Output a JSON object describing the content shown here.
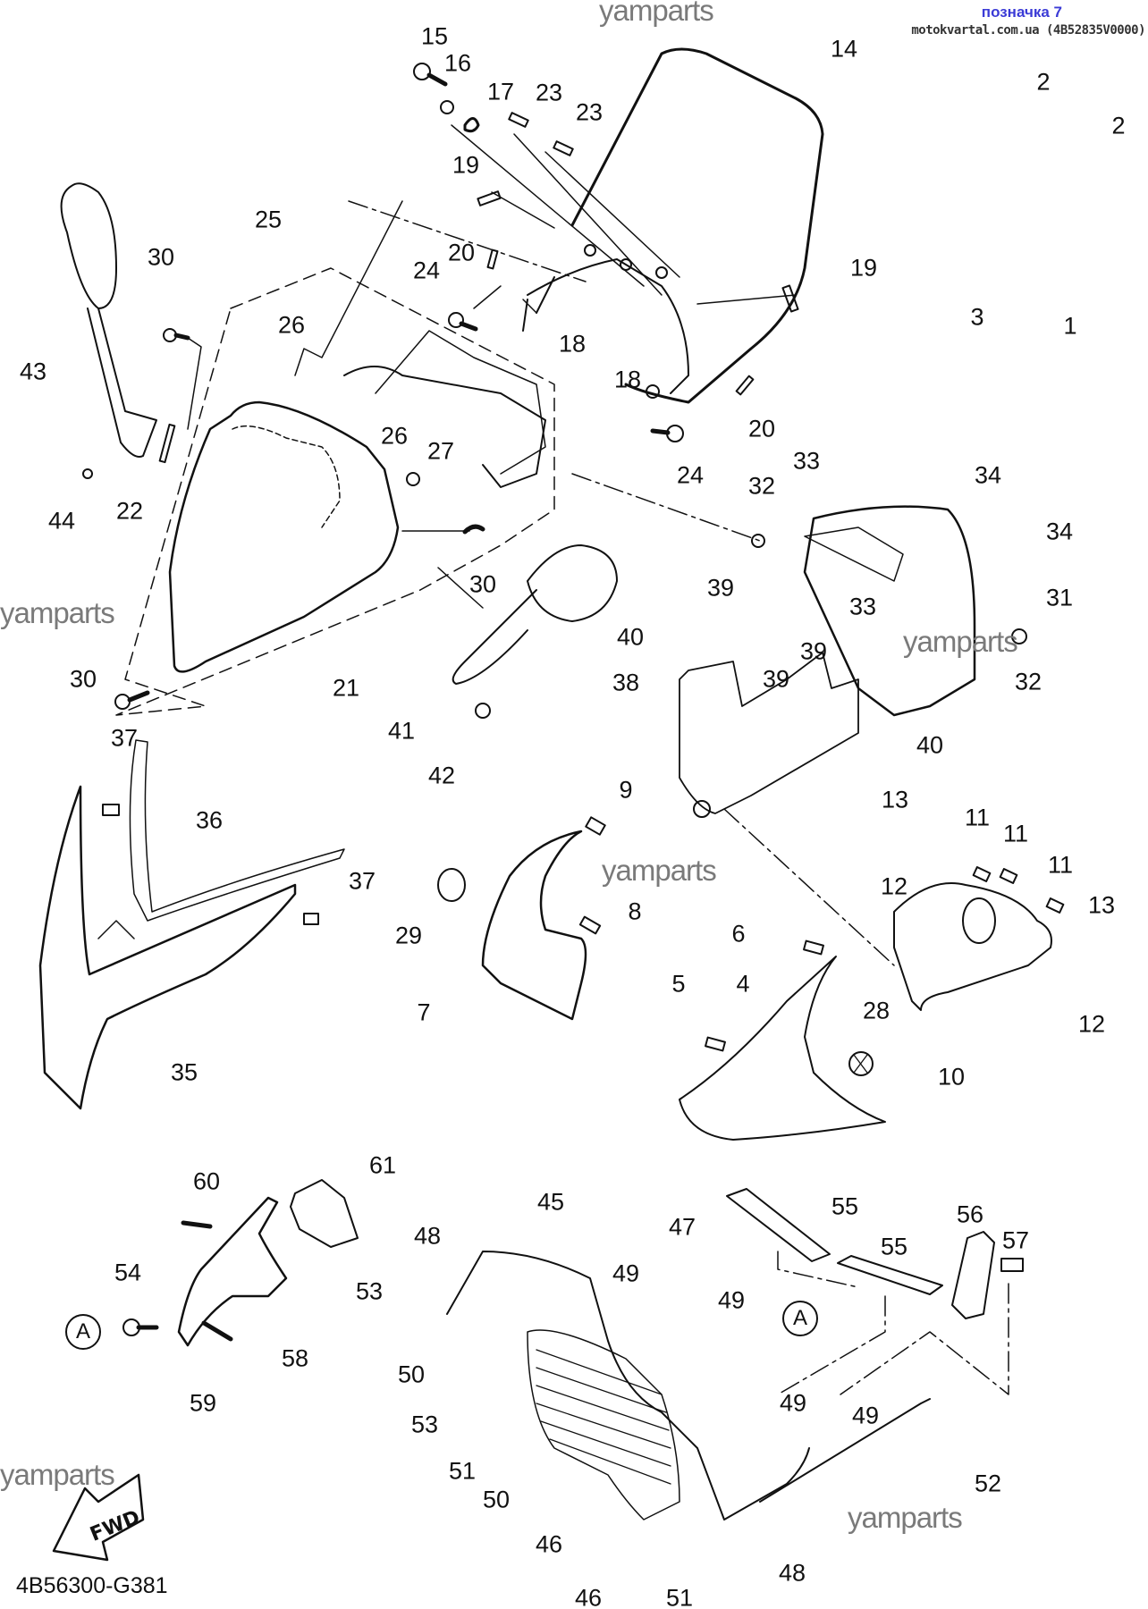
{
  "header": {
    "label": "позначка 7",
    "source": "motokvartal.com.ua (4B52835V0000)"
  },
  "diagram_code": "4B56300-G381",
  "watermark": "yamparts",
  "fwd_label": "FWD",
  "reference_marker": "A",
  "colors": {
    "line": "#111111",
    "watermark": "#7a7a7a",
    "header_label": "#3b3bd6"
  },
  "callouts": {
    "c1": "1",
    "c2a": "2",
    "c2b": "2",
    "c3": "3",
    "c4": "4",
    "c5": "5",
    "c6": "6",
    "c7": "7",
    "c8": "8",
    "c9": "9",
    "c10": "10",
    "c11a": "11",
    "c11b": "11",
    "c11c": "11",
    "c12a": "12",
    "c12b": "12",
    "c13a": "13",
    "c13b": "13",
    "c14": "14",
    "c15": "15",
    "c16": "16",
    "c17": "17",
    "c18a": "18",
    "c18b": "18",
    "c19a": "19",
    "c19b": "19",
    "c20a": "20",
    "c20b": "20",
    "c21": "21",
    "c22": "22",
    "c23a": "23",
    "c23b": "23",
    "c24a": "24",
    "c24b": "24",
    "c25": "25",
    "c26a": "26",
    "c26b": "26",
    "c27": "27",
    "c28": "28",
    "c29": "29",
    "c30a": "30",
    "c30b": "30",
    "c30c": "30",
    "c31": "31",
    "c32a": "32",
    "c32b": "32",
    "c33a": "33",
    "c33b": "33",
    "c34a": "34",
    "c34b": "34",
    "c35": "35",
    "c36": "36",
    "c37a": "37",
    "c37b": "37",
    "c38": "38",
    "c39a": "39",
    "c39b": "39",
    "c39c": "39",
    "c40a": "40",
    "c40b": "40",
    "c41": "41",
    "c42": "42",
    "c43": "43",
    "c44": "44",
    "c45": "45",
    "c46a": "46",
    "c46b": "46",
    "c47": "47",
    "c48a": "48",
    "c48b": "48",
    "c49a": "49",
    "c49b": "49",
    "c49c": "49",
    "c49d": "49",
    "c50a": "50",
    "c50b": "50",
    "c51a": "51",
    "c51b": "51",
    "c52": "52",
    "c53a": "53",
    "c53b": "53",
    "c54": "54",
    "c55a": "55",
    "c55b": "55",
    "c56": "56",
    "c57": "57",
    "c58": "58",
    "c59": "59",
    "c60": "60",
    "c61": "61"
  }
}
